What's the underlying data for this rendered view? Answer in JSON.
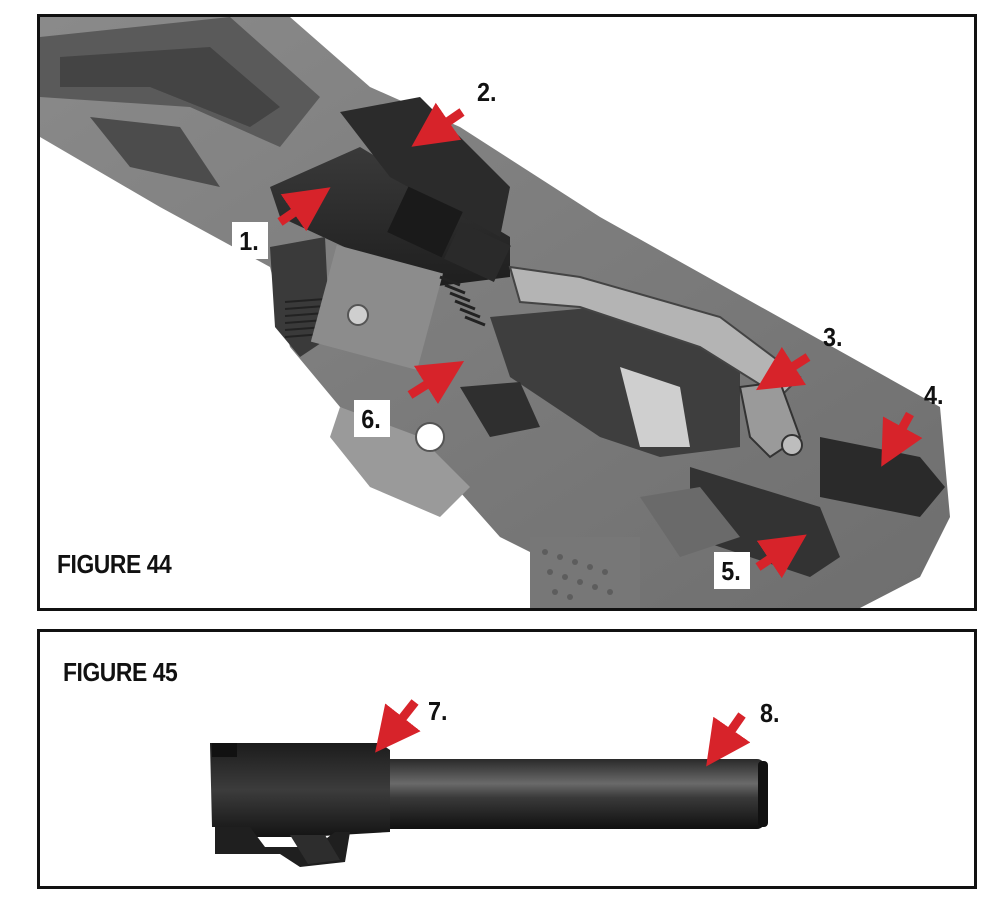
{
  "figure44": {
    "title": "FIGURE 44",
    "callouts": [
      "1.",
      "2.",
      "3.",
      "4.",
      "5.",
      "6."
    ],
    "arrow_color": "#d7232a"
  },
  "figure45": {
    "title": "FIGURE 45",
    "callouts": [
      "7.",
      "8."
    ],
    "arrow_color": "#d7232a"
  }
}
